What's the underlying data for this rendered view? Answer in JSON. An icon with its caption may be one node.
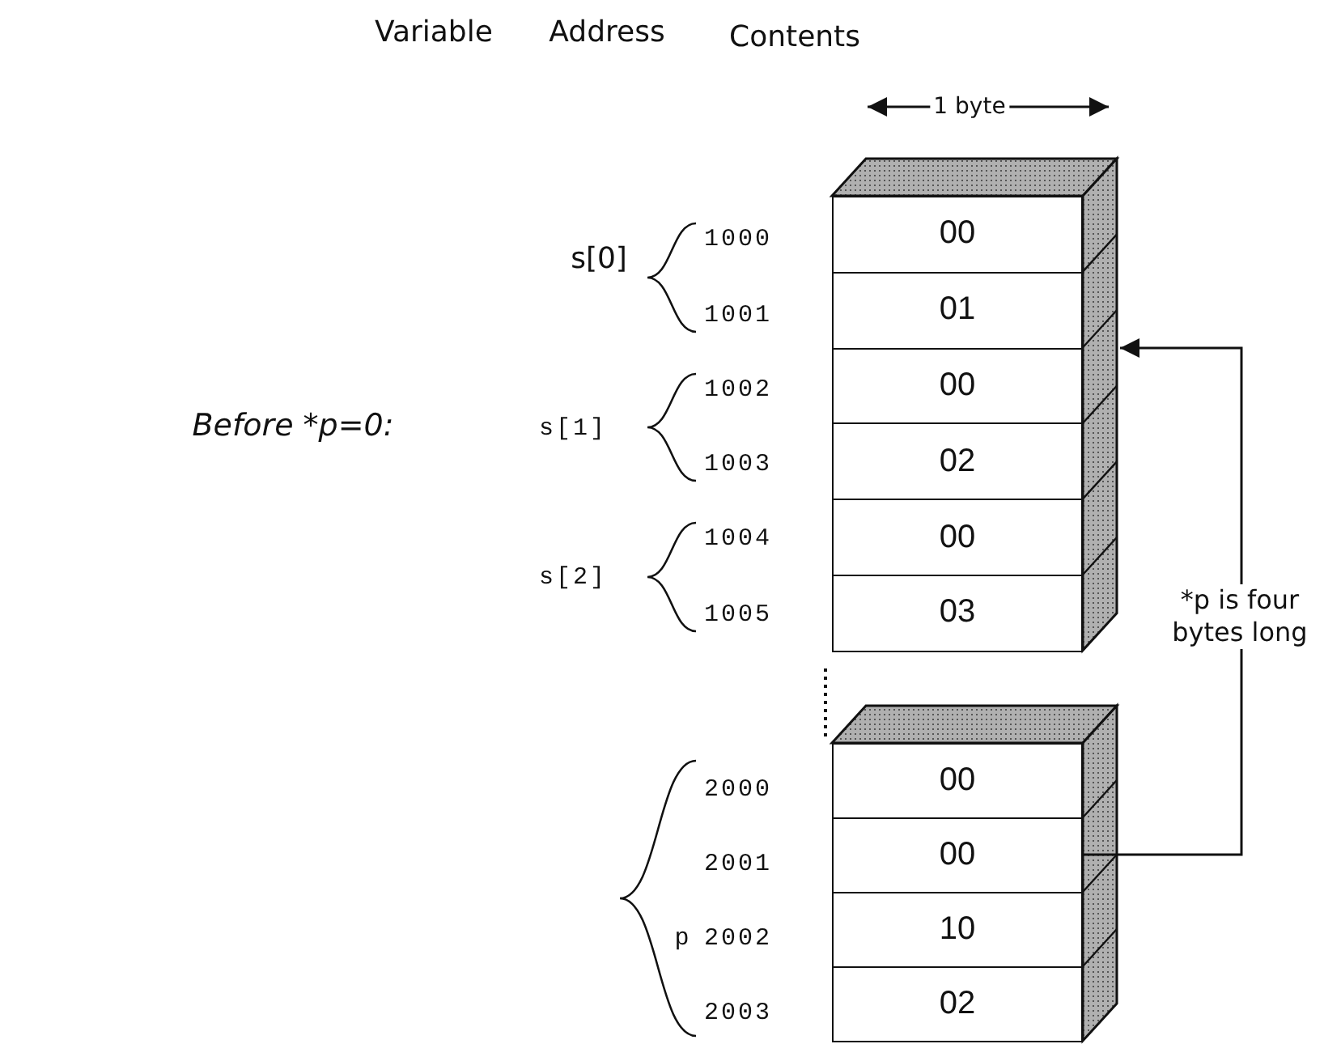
{
  "diagram": {
    "nodes": [
      {
        "text": [
          "00"
        ]
      },
      {
        "text": [
          "01"
        ]
      },
      {
        "text": [
          "00"
        ]
      },
      {
        "text": [
          "02"
        ]
      },
      {
        "text": [
          "00"
        ]
      },
      {
        "text": [
          "03"
        ]
      },
      {
        "text": [
          "00"
        ]
      },
      {
        "text": [
          "00"
        ]
      },
      {
        "text": [
          "10"
        ]
      },
      {
        "text": [
          "02"
        ]
      }
    ],
    "edges": [
      {
        "from": 7,
        "to": 2,
        "arrow": "to",
        "label": "*p is four bytes long"
      }
    ],
    "labels": [
      "Variable",
      "Address",
      "Contents",
      "1 byte",
      "s[0]",
      "1000",
      "1001",
      "1002",
      "s[1]",
      "1003",
      "Before *p=0:",
      "s[2]",
      "1004",
      "1005",
      "2000",
      "2001",
      "p",
      "2002",
      "2003"
    ]
  }
}
